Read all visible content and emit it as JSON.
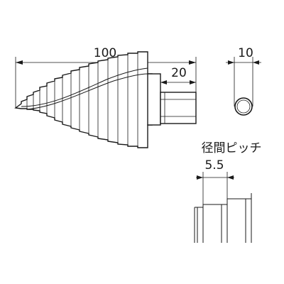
{
  "dimensions": {
    "overall_length": "100",
    "shank_length": "20",
    "shank_diameter": "10",
    "step_pitch": "5.5"
  },
  "labels": {
    "step_pitch_title": "径間ピッチ"
  }
}
